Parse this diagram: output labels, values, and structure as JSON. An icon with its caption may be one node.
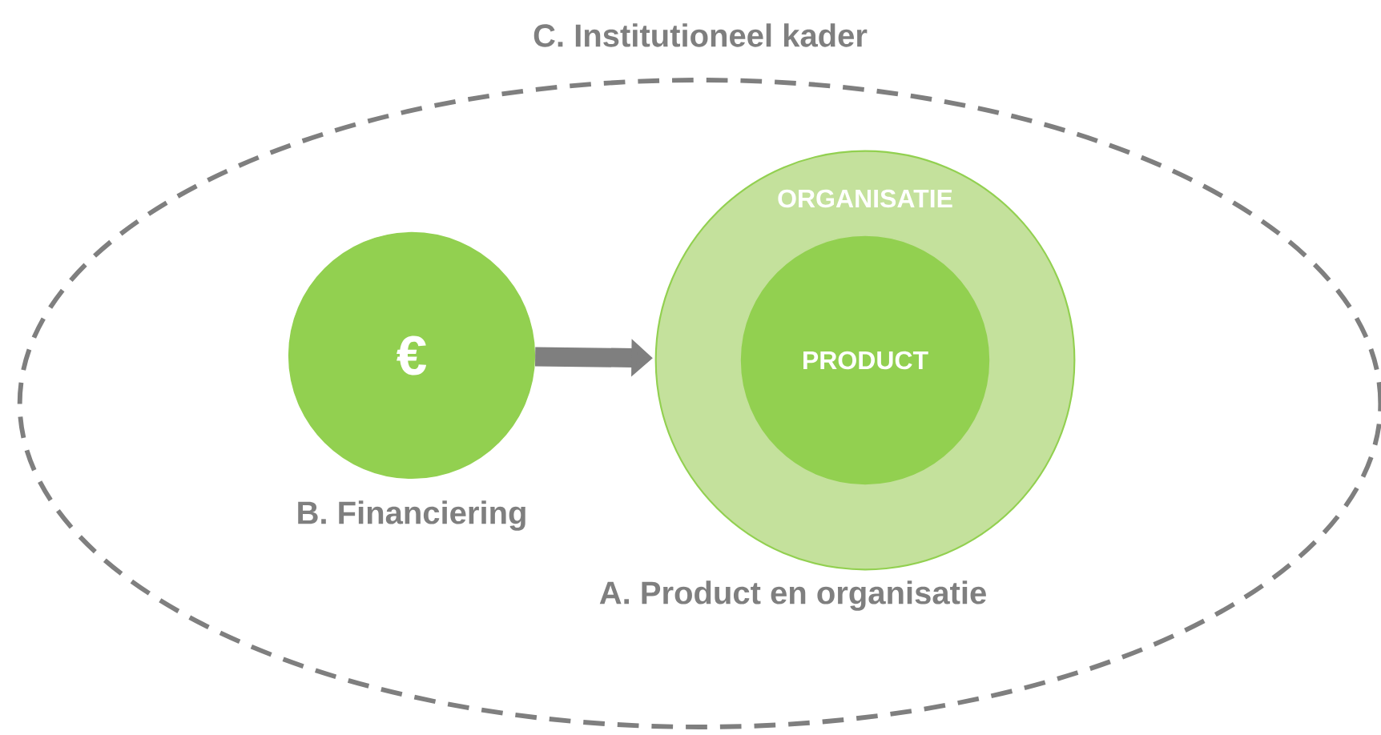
{
  "diagram": {
    "nodes": [
      {
        "text": [
          "C. Institutioneel kader"
        ]
      },
      {
        "text": [
          "€"
        ],
        "beside": [
          "B. Financiering"
        ],
        "in": 0
      },
      {
        "text": [
          "ORGANISATIE"
        ],
        "beside": [
          "A. Product en organisatie"
        ],
        "in": 0
      },
      {
        "text": [
          "PRODUCT"
        ],
        "in": 2
      }
    ],
    "edges": [
      {
        "from": 1,
        "to": 2,
        "arrow": "to"
      }
    ]
  }
}
